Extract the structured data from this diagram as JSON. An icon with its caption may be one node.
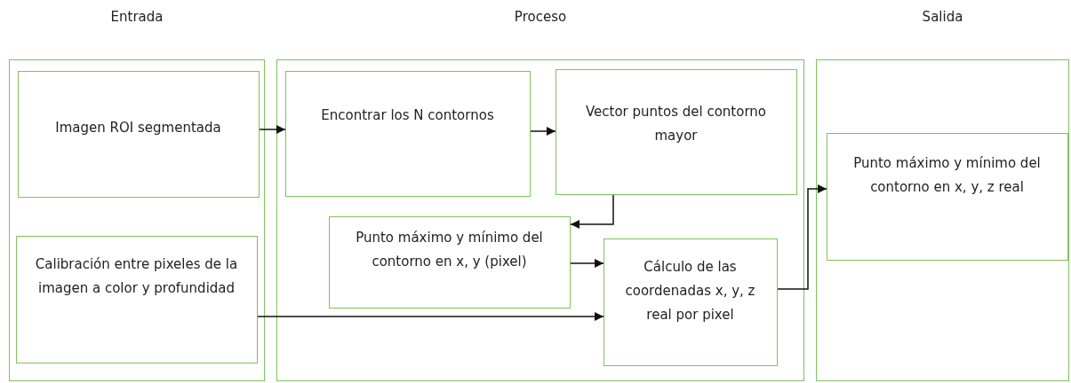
{
  "diagram": {
    "nodes": [
      {
        "text": [
          "Entrada"
        ]
      },
      {
        "text": [
          "Imagen ROI segmentada"
        ],
        "in": 0
      },
      {
        "text": [
          "Calibración entre pixeles de la imagen a color y profundidad"
        ],
        "in": 0
      },
      {
        "text": [
          "Proceso"
        ]
      },
      {
        "text": [
          "Encontrar los N contornos"
        ],
        "in": 3
      },
      {
        "text": [
          "Vector puntos del contorno mayor"
        ],
        "in": 3
      },
      {
        "text": [
          "Punto máximo y mínimo del contorno en x, y (pixel)"
        ],
        "in": 3
      },
      {
        "text": [
          "Cálculo de las coordenadas x, y, z real por pixel"
        ],
        "in": 3
      },
      {
        "text": [
          "Salida"
        ]
      },
      {
        "text": [
          "Punto máximo y mínimo del contorno en x, y, z real"
        ],
        "in": 8
      }
    ],
    "edges": [
      {
        "from": 1,
        "to": 4,
        "arrow": "to"
      },
      {
        "from": 4,
        "to": 5,
        "arrow": "to"
      },
      {
        "from": 5,
        "to": 6,
        "arrow": "to"
      },
      {
        "from": 6,
        "to": 7,
        "arrow": "to"
      },
      {
        "from": 2,
        "to": 7,
        "arrow": "to"
      },
      {
        "from": 7,
        "to": 9,
        "arrow": "to"
      }
    ]
  }
}
